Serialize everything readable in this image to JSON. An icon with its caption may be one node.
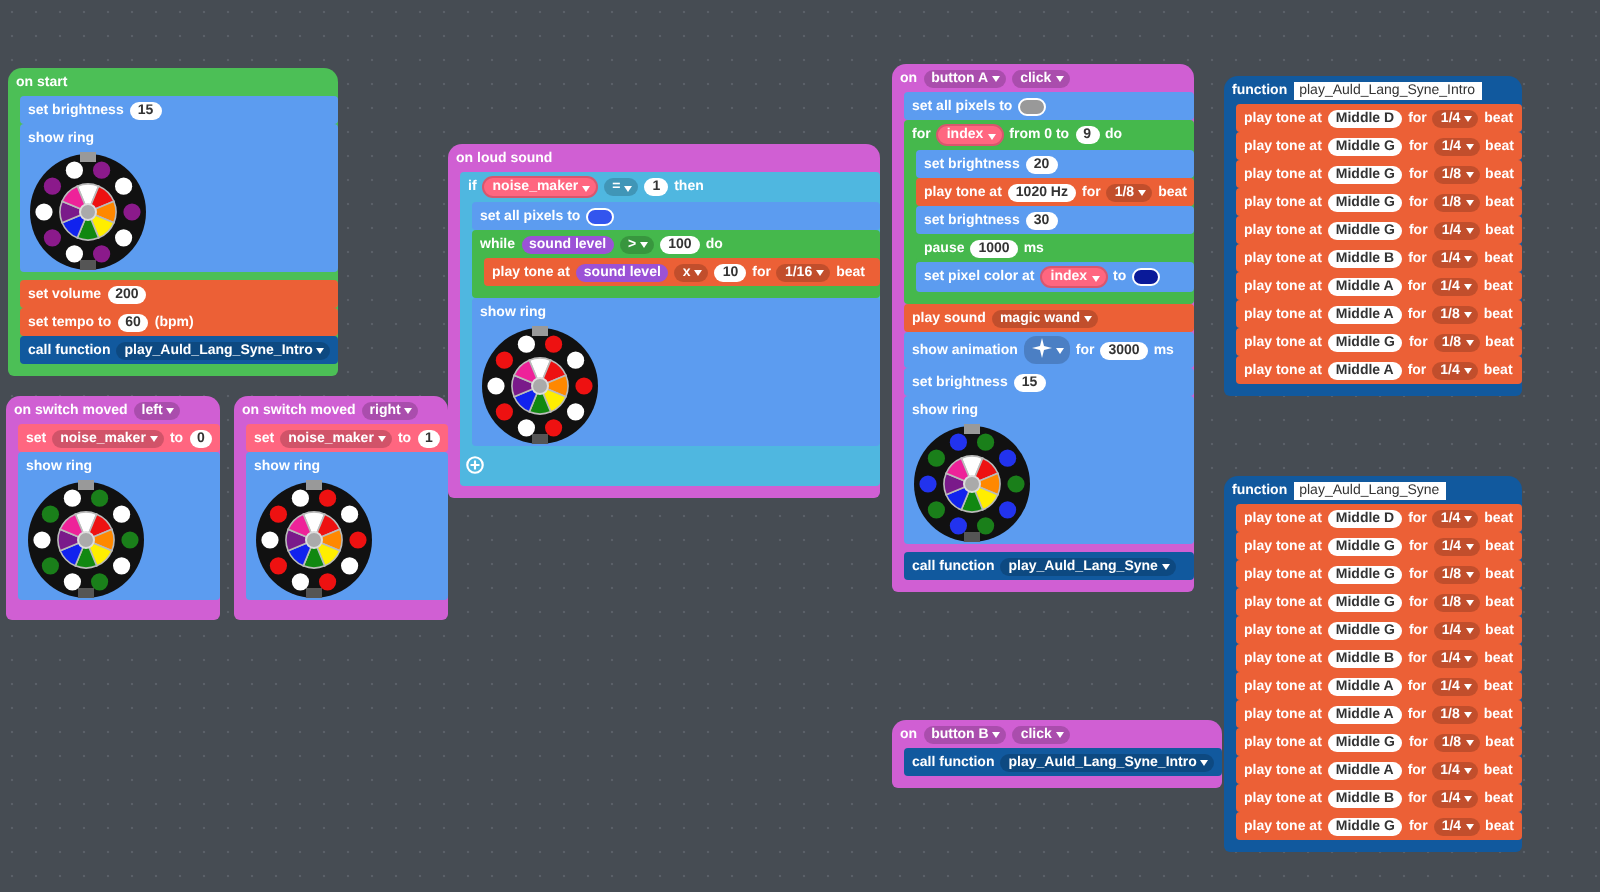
{
  "diagram": {
    "nodes": [
      {
        "text": [
          "on start"
        ]
      },
      {
        "text": [
          "set brightness",
          "15"
        ],
        "in": 0
      },
      {
        "text": [
          "show ring"
        ],
        "in": 0
      },
      {
        "text": [
          "set volume",
          "200"
        ],
        "in": 0
      },
      {
        "text": [
          "set tempo to",
          "60",
          "(bpm)"
        ],
        "in": 0
      },
      {
        "text": [
          "call function",
          "play_Auld_Lang_Syne_Intro"
        ],
        "in": 0
      },
      {
        "text": [
          "on switch moved",
          "left"
        ]
      },
      {
        "text": [
          "set",
          "noise_maker",
          "to",
          "0"
        ],
        "in": 6
      },
      {
        "text": [
          "show ring"
        ],
        "in": 6
      },
      {
        "text": [
          "on switch moved",
          "right"
        ]
      },
      {
        "text": [
          "set",
          "noise_maker",
          "to",
          "1"
        ],
        "in": 9
      },
      {
        "text": [
          "show ring"
        ],
        "in": 9
      },
      {
        "text": [
          "on loud sound"
        ]
      },
      {
        "text": [
          "if",
          "noise_maker",
          "=",
          "1",
          "then"
        ],
        "in": 12
      },
      {
        "text": [
          "set all pixels to"
        ],
        "in": 13
      },
      {
        "text": [
          "while",
          "sound level",
          ">",
          "100",
          "do"
        ],
        "in": 13
      },
      {
        "text": [
          "play tone at",
          "sound level",
          "x",
          "10",
          "for",
          "1/16",
          "beat"
        ],
        "in": 15
      },
      {
        "text": [
          "show ring"
        ],
        "in": 13
      },
      {
        "text": [
          "on",
          "button A",
          "click"
        ]
      },
      {
        "text": [
          "set all pixels to"
        ],
        "in": 18
      },
      {
        "text": [
          "for",
          "index",
          "from 0 to",
          "9",
          "do"
        ],
        "in": 18
      },
      {
        "text": [
          "set brightness",
          "20"
        ],
        "in": 20
      },
      {
        "text": [
          "play tone at",
          "1020 Hz",
          "for",
          "1/8",
          "beat"
        ],
        "in": 20
      },
      {
        "text": [
          "set brightness",
          "30"
        ],
        "in": 20
      },
      {
        "text": [
          "pause",
          "1000",
          "ms"
        ],
        "in": 20
      },
      {
        "text": [
          "set pixel color at",
          "index",
          "to"
        ],
        "in": 20
      },
      {
        "text": [
          "play sound",
          "magic wand"
        ],
        "in": 18
      },
      {
        "text": [
          "show animation",
          "for",
          "3000",
          "ms"
        ],
        "in": 18
      },
      {
        "text": [
          "set brightness",
          "15"
        ],
        "in": 18
      },
      {
        "text": [
          "show ring"
        ],
        "in": 18
      },
      {
        "text": [
          "call function",
          "play_Auld_Lang_Syne"
        ],
        "in": 18
      },
      {
        "text": [
          "on",
          "button B",
          "click"
        ]
      },
      {
        "text": [
          "call function",
          "play_Auld_Lang_Syne_Intro"
        ],
        "in": 31
      },
      {
        "text": [
          "function",
          "play_Auld_Lang_Syne_Intro"
        ]
      },
      {
        "text": [
          "play tone at",
          "Middle D",
          "for",
          "1/4",
          "beat"
        ],
        "in": 33
      },
      {
        "text": [
          "play tone at",
          "Middle G",
          "for",
          "1/4",
          "beat"
        ],
        "in": 33
      },
      {
        "text": [
          "play tone at",
          "Middle G",
          "for",
          "1/8",
          "beat"
        ],
        "in": 33
      },
      {
        "text": [
          "play tone at",
          "Middle G",
          "for",
          "1/8",
          "beat"
        ],
        "in": 33
      },
      {
        "text": [
          "play tone at",
          "Middle G",
          "for",
          "1/4",
          "beat"
        ],
        "in": 33
      },
      {
        "text": [
          "play tone at",
          "Middle B",
          "for",
          "1/4",
          "beat"
        ],
        "in": 33
      },
      {
        "text": [
          "play tone at",
          "Middle A",
          "for",
          "1/4",
          "beat"
        ],
        "in": 33
      },
      {
        "text": [
          "play tone at",
          "Middle A",
          "for",
          "1/8",
          "beat"
        ],
        "in": 33
      },
      {
        "text": [
          "play tone at",
          "Middle G",
          "for",
          "1/8",
          "beat"
        ],
        "in": 33
      },
      {
        "text": [
          "play tone at",
          "Middle A",
          "for",
          "1/4",
          "beat"
        ],
        "in": 33
      },
      {
        "text": [
          "function",
          "play_Auld_Lang_Syne"
        ]
      },
      {
        "text": [
          "play tone at",
          "Middle D",
          "for",
          "1/4",
          "beat"
        ],
        "in": 44
      },
      {
        "text": [
          "play tone at",
          "Middle G",
          "for",
          "1/4",
          "beat"
        ],
        "in": 44
      },
      {
        "text": [
          "play tone at",
          "Middle G",
          "for",
          "1/8",
          "beat"
        ],
        "in": 44
      },
      {
        "text": [
          "play tone at",
          "Middle G",
          "for",
          "1/8",
          "beat"
        ],
        "in": 44
      },
      {
        "text": [
          "play tone at",
          "Middle G",
          "for",
          "1/4",
          "beat"
        ],
        "in": 44
      },
      {
        "text": [
          "play tone at",
          "Middle B",
          "for",
          "1/4",
          "beat"
        ],
        "in": 44
      },
      {
        "text": [
          "play tone at",
          "Middle A",
          "for",
          "1/4",
          "beat"
        ],
        "in": 44
      },
      {
        "text": [
          "play tone at",
          "Middle A",
          "for",
          "1/8",
          "beat"
        ],
        "in": 44
      },
      {
        "text": [
          "play tone at",
          "Middle G",
          "for",
          "1/8",
          "beat"
        ],
        "in": 44
      },
      {
        "text": [
          "play tone at",
          "Middle A",
          "for",
          "1/4",
          "beat"
        ],
        "in": 44
      },
      {
        "text": [
          "play tone at",
          "Middle B",
          "for",
          "1/4",
          "beat"
        ],
        "in": 44
      },
      {
        "text": [
          "play tone at",
          "Middle G",
          "for",
          "1/4",
          "beat"
        ],
        "in": 44
      }
    ]
  }
}
